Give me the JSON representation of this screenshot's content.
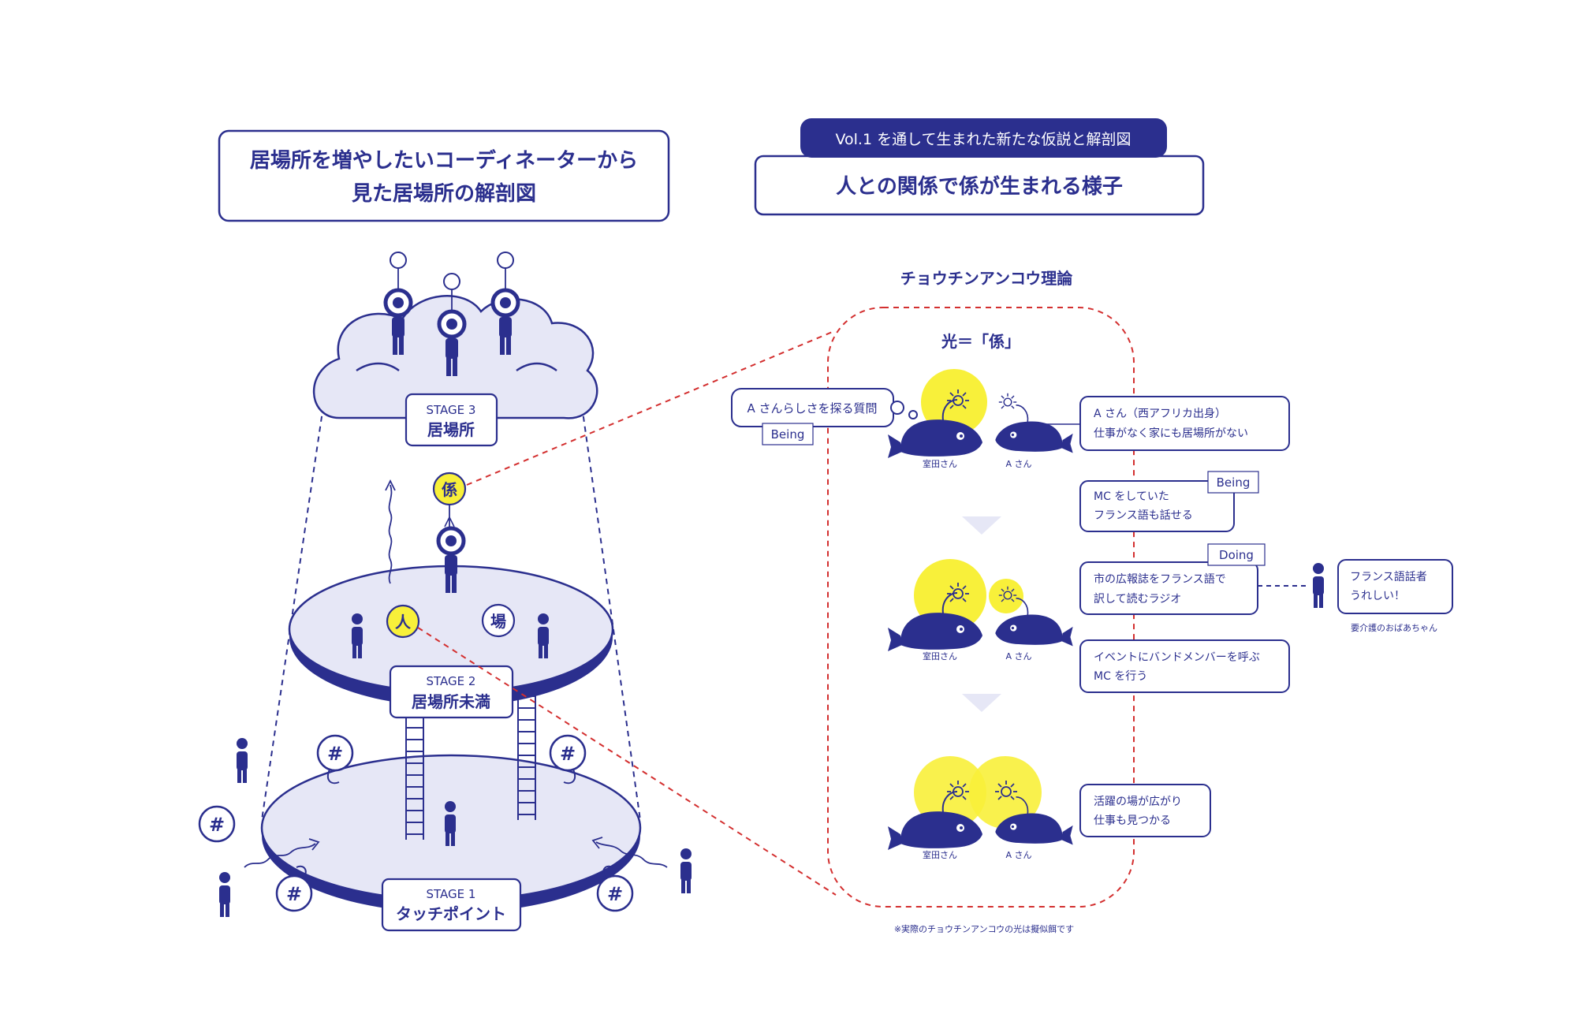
{
  "colors": {
    "navy": "#2b2f8e",
    "lavender": "#e6e7f6",
    "yellow": "#f8f03a",
    "red": "#d32f2f",
    "white": "#ffffff"
  },
  "left_title": {
    "line1": "居場所を増やしたいコーディネーターから",
    "line2": "見た居場所の解剖図"
  },
  "right_tag": "Vol.1 を通して生まれた新たな仮説と解剖図",
  "right_title": "人との関係で係が生まれる様子",
  "theory_title": "チョウチンアンコウ理論",
  "light_label": "光＝「係」",
  "stages": {
    "s3": {
      "num": "STAGE 3",
      "name": "居場所"
    },
    "s2": {
      "num": "STAGE 2",
      "name": "居場所未満"
    },
    "s1": {
      "num": "STAGE 1",
      "name": "タッチポイント"
    }
  },
  "badges": {
    "kakari": "係",
    "hito": "人",
    "ba": "場",
    "hash": "#"
  },
  "question_box": "A さんらしさを探る質問",
  "being_tag": "Being",
  "doing_tag": "Doing",
  "fish_labels": {
    "muroda": "室田さん",
    "a": "A さん"
  },
  "notes": {
    "n1_l1": "A さん（西アフリカ出身）",
    "n1_l2": "仕事がなく家にも居場所がない",
    "n2_l1": "MC をしていた",
    "n2_l2": "フランス語も話せる",
    "n3_l1": "市の広報誌をフランス語で",
    "n3_l2": "訳して読むラジオ",
    "n4_l1": "イベントにバンドメンバーを呼ぶ",
    "n4_l2": "MC を行う",
    "n5_l1": "活躍の場が広がり",
    "n5_l2": "仕事も見つかる",
    "n6_l1": "フランス語話者",
    "n6_l2": "うれしい！"
  },
  "grandma_label": "要介護のおばあちゃん",
  "footnote": "※実際のチョウチンアンコウの光は擬似餌です"
}
